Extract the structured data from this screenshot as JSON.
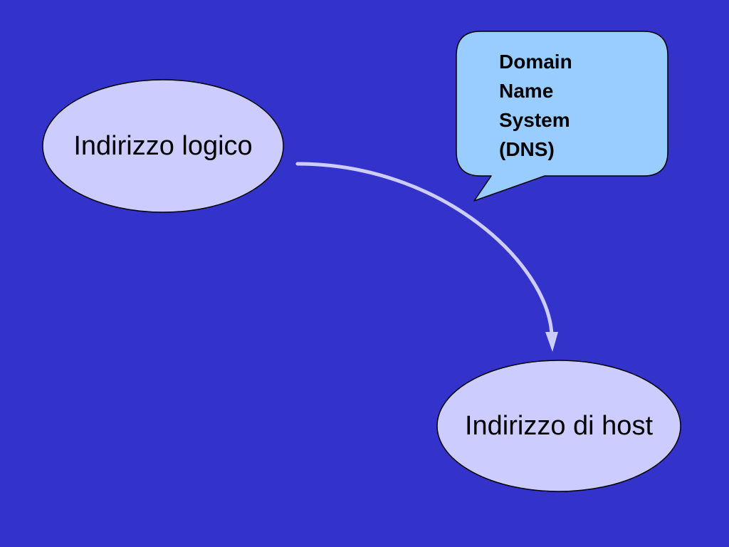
{
  "diagram": {
    "nodes": [
      {
        "id": "logical",
        "label": "Indirizzo logico"
      },
      {
        "id": "host",
        "label": "Indirizzo di host"
      }
    ],
    "edges": [
      {
        "from": "logical",
        "to": "host"
      }
    ],
    "callout": {
      "lines": [
        "Domain",
        "Name",
        "System",
        "(DNS)"
      ]
    }
  },
  "colors": {
    "background": "#3333cc",
    "node_fill": "#ccccff",
    "callout_fill": "#99ccff",
    "arrow": "#ccccff",
    "outline": "#000000",
    "text": "#000000"
  }
}
